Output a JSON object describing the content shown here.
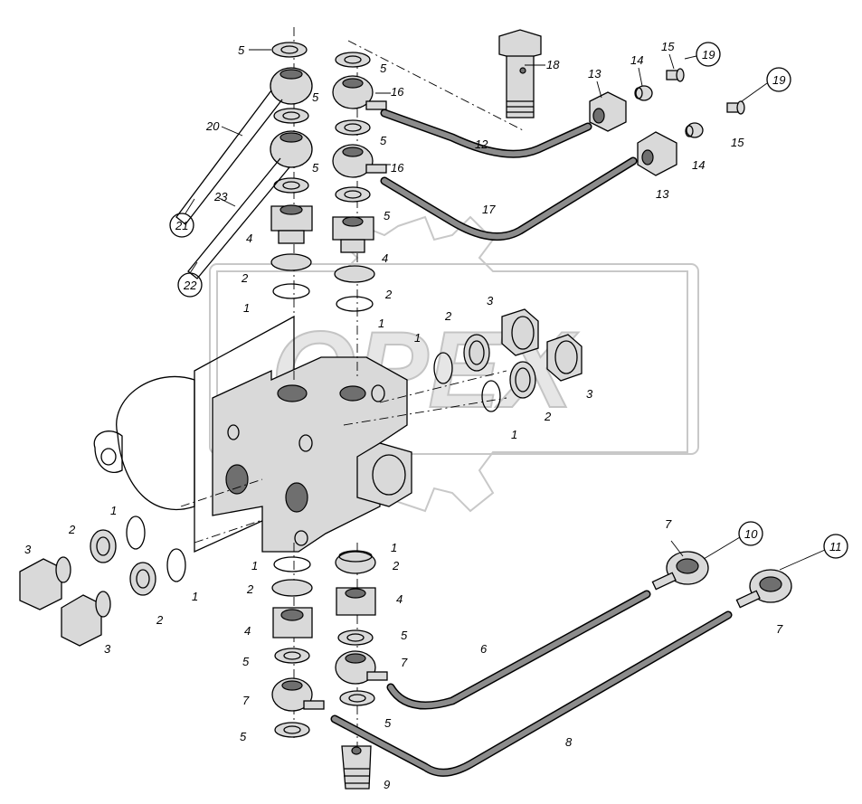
{
  "watermark": {
    "text": "OPEX"
  },
  "labels": {
    "l1": "1",
    "l2": "2",
    "l3": "3",
    "l4": "4",
    "l5": "5",
    "l6": "6",
    "l7": "7",
    "l8": "8",
    "l9": "9",
    "l12": "12",
    "l13": "13",
    "l14": "14",
    "l15": "15",
    "l16": "16",
    "l17": "17",
    "l18": "18",
    "l20": "20",
    "l23": "23"
  },
  "callouts": {
    "c10": "10",
    "c11": "11",
    "c19": "19",
    "c21": "21",
    "c22": "22"
  }
}
